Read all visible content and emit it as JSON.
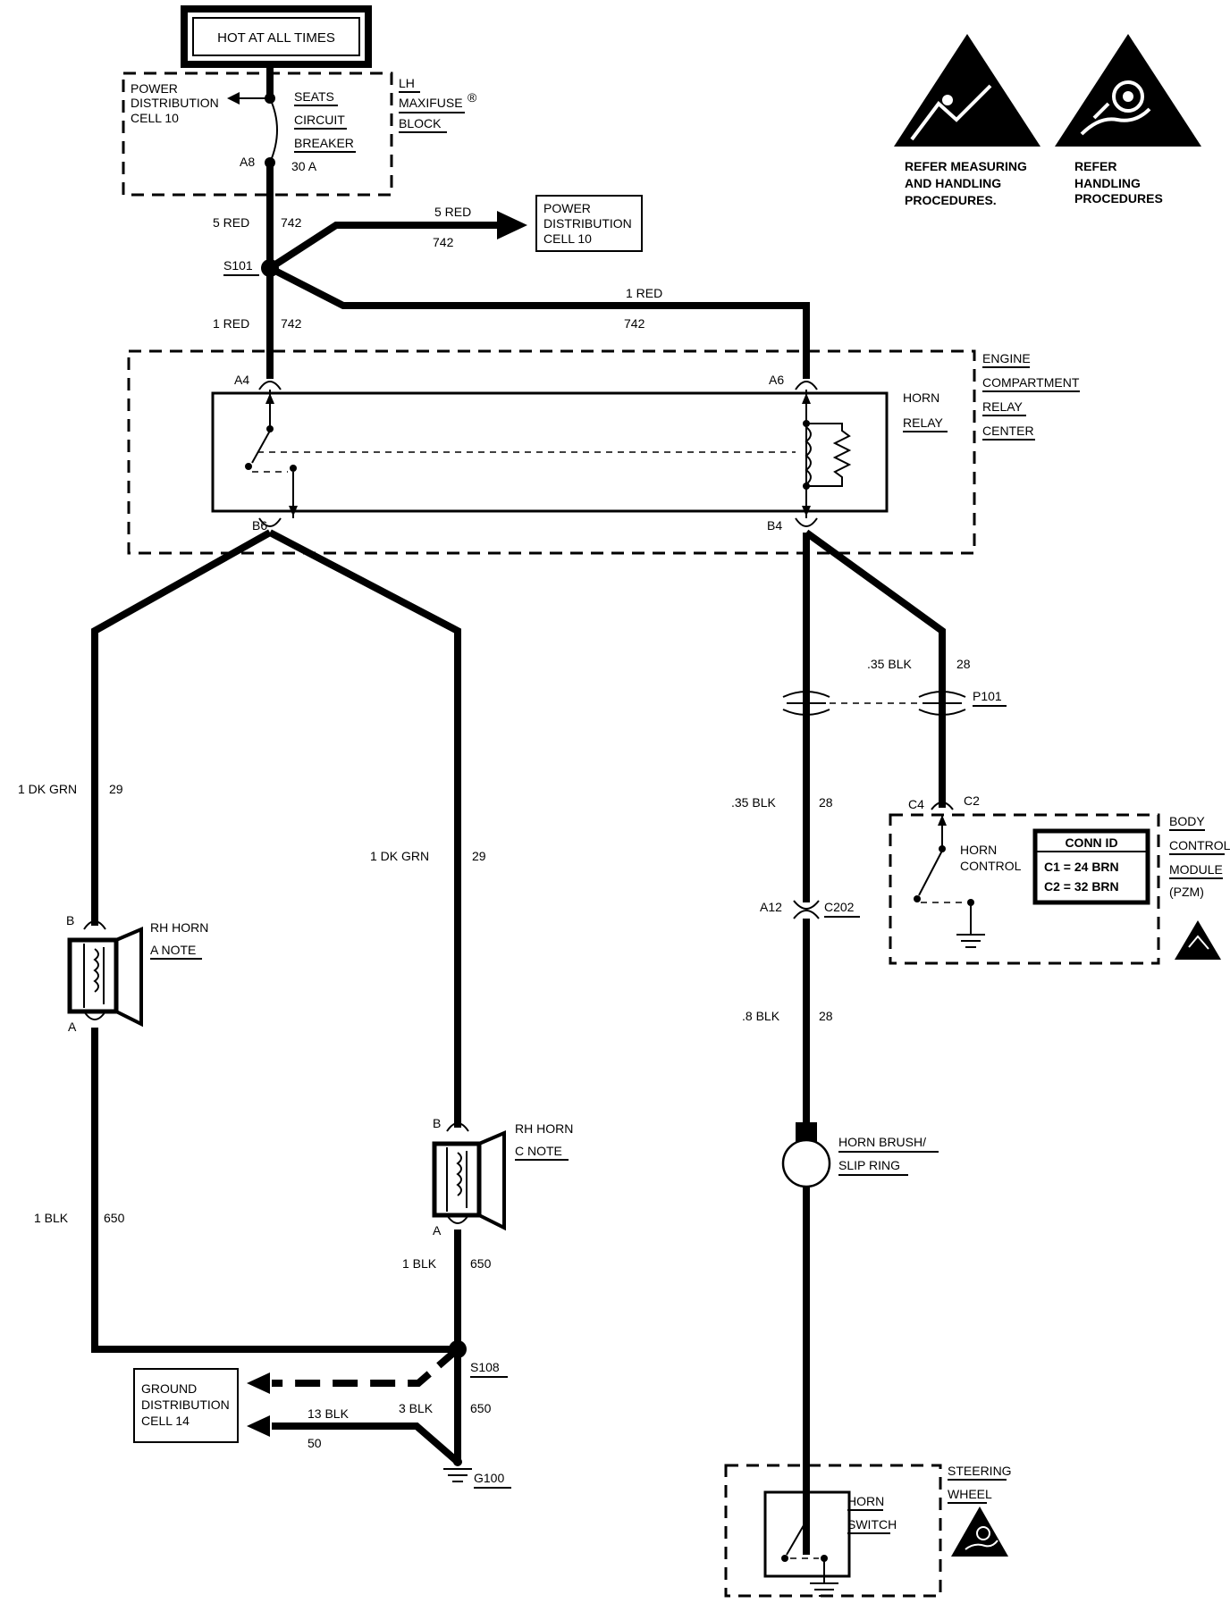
{
  "header": {
    "hot_label": "HOT AT ALL TIMES"
  },
  "maxifuse": {
    "title_1": "LH",
    "title_2": "MAXIFUSE",
    "title_sup": "®",
    "title_3": "BLOCK",
    "pdc_1": "POWER",
    "pdc_2": "DISTRIBUTION",
    "pdc_3": "CELL 10",
    "breaker_1": "SEATS",
    "breaker_2": "CIRCUIT",
    "breaker_3": "BREAKER",
    "terminal": "A8",
    "rating": "30 A"
  },
  "wires": {
    "w742_top_gauge": "5 RED",
    "w742_top_num": "742",
    "w742_branch_gauge": "5 RED",
    "w742_branch_num": "742",
    "w742_left_gauge": "1 RED",
    "w742_left_num": "742",
    "w742_right_gauge": "1 RED",
    "w742_right_num": "742",
    "w29_left_gauge": "1 DK GRN",
    "w29_left_num": "29",
    "w29_right_gauge": "1 DK GRN",
    "w29_right_num": "29",
    "w650_left_gauge": "1 BLK",
    "w650_left_num": "650",
    "w650_right_gauge": "1 BLK",
    "w650_right_num": "650",
    "w650_ground_gauge": "3 BLK",
    "w650_ground_num": "650",
    "w50_gauge": "13 BLK",
    "w50_num": "50",
    "w28_bcm_gauge": ".35 BLK",
    "w28_bcm_num": "28",
    "w28_mid_gauge": ".35 BLK",
    "w28_mid_num": "28",
    "w28_low_gauge": ".8 BLK",
    "w28_low_num": "28"
  },
  "power_dist_right": {
    "line1": "POWER",
    "line2": "DISTRIBUTION",
    "line3": "CELL 10"
  },
  "splices": {
    "s101": "S101",
    "s108": "S108",
    "g100": "G100",
    "p101": "P101",
    "c202": "C202"
  },
  "relay_center": {
    "title_1": "ENGINE",
    "title_2": "COMPARTMENT",
    "title_3": "RELAY",
    "title_4": "CENTER",
    "relay_1": "HORN",
    "relay_2": "RELAY",
    "pin_a4": "A4",
    "pin_a6": "A6",
    "pin_b6": "B6",
    "pin_b4": "B4"
  },
  "warnings": {
    "left_1": "REFER MEASURING",
    "left_2": "AND HANDLING",
    "left_3": "PROCEDURES.",
    "right_1": "REFER",
    "right_2": "HANDLING",
    "right_3": "PROCEDURES"
  },
  "horn_a": {
    "label_1": "RH HORN",
    "label_2": "A NOTE",
    "pin_b": "B",
    "pin_a": "A"
  },
  "horn_c": {
    "label_1": "RH HORN",
    "label_2": "C NOTE",
    "pin_b": "B",
    "pin_a": "A"
  },
  "ground_dist": {
    "line1": "GROUND",
    "line2": "DISTRIBUTION",
    "line3": "CELL 14"
  },
  "bcm": {
    "title_1": "BODY",
    "title_2": "CONTROL",
    "title_3": "MODULE",
    "title_4": "(PZM)",
    "pin_c4": "C4",
    "pin_c2": "C2",
    "control_1": "HORN",
    "control_2": "CONTROL",
    "conn_title": "CONN ID",
    "conn_c1": "C1 = 24 BRN",
    "conn_c2": "C2 = 32 BRN"
  },
  "pin_a12": "A12",
  "brush": {
    "line1": "HORN BRUSH/",
    "line2": "SLIP RING"
  },
  "steering": {
    "title_1": "STEERING",
    "title_2": "WHEEL",
    "switch_1": "HORN",
    "switch_2": "SWITCH"
  }
}
